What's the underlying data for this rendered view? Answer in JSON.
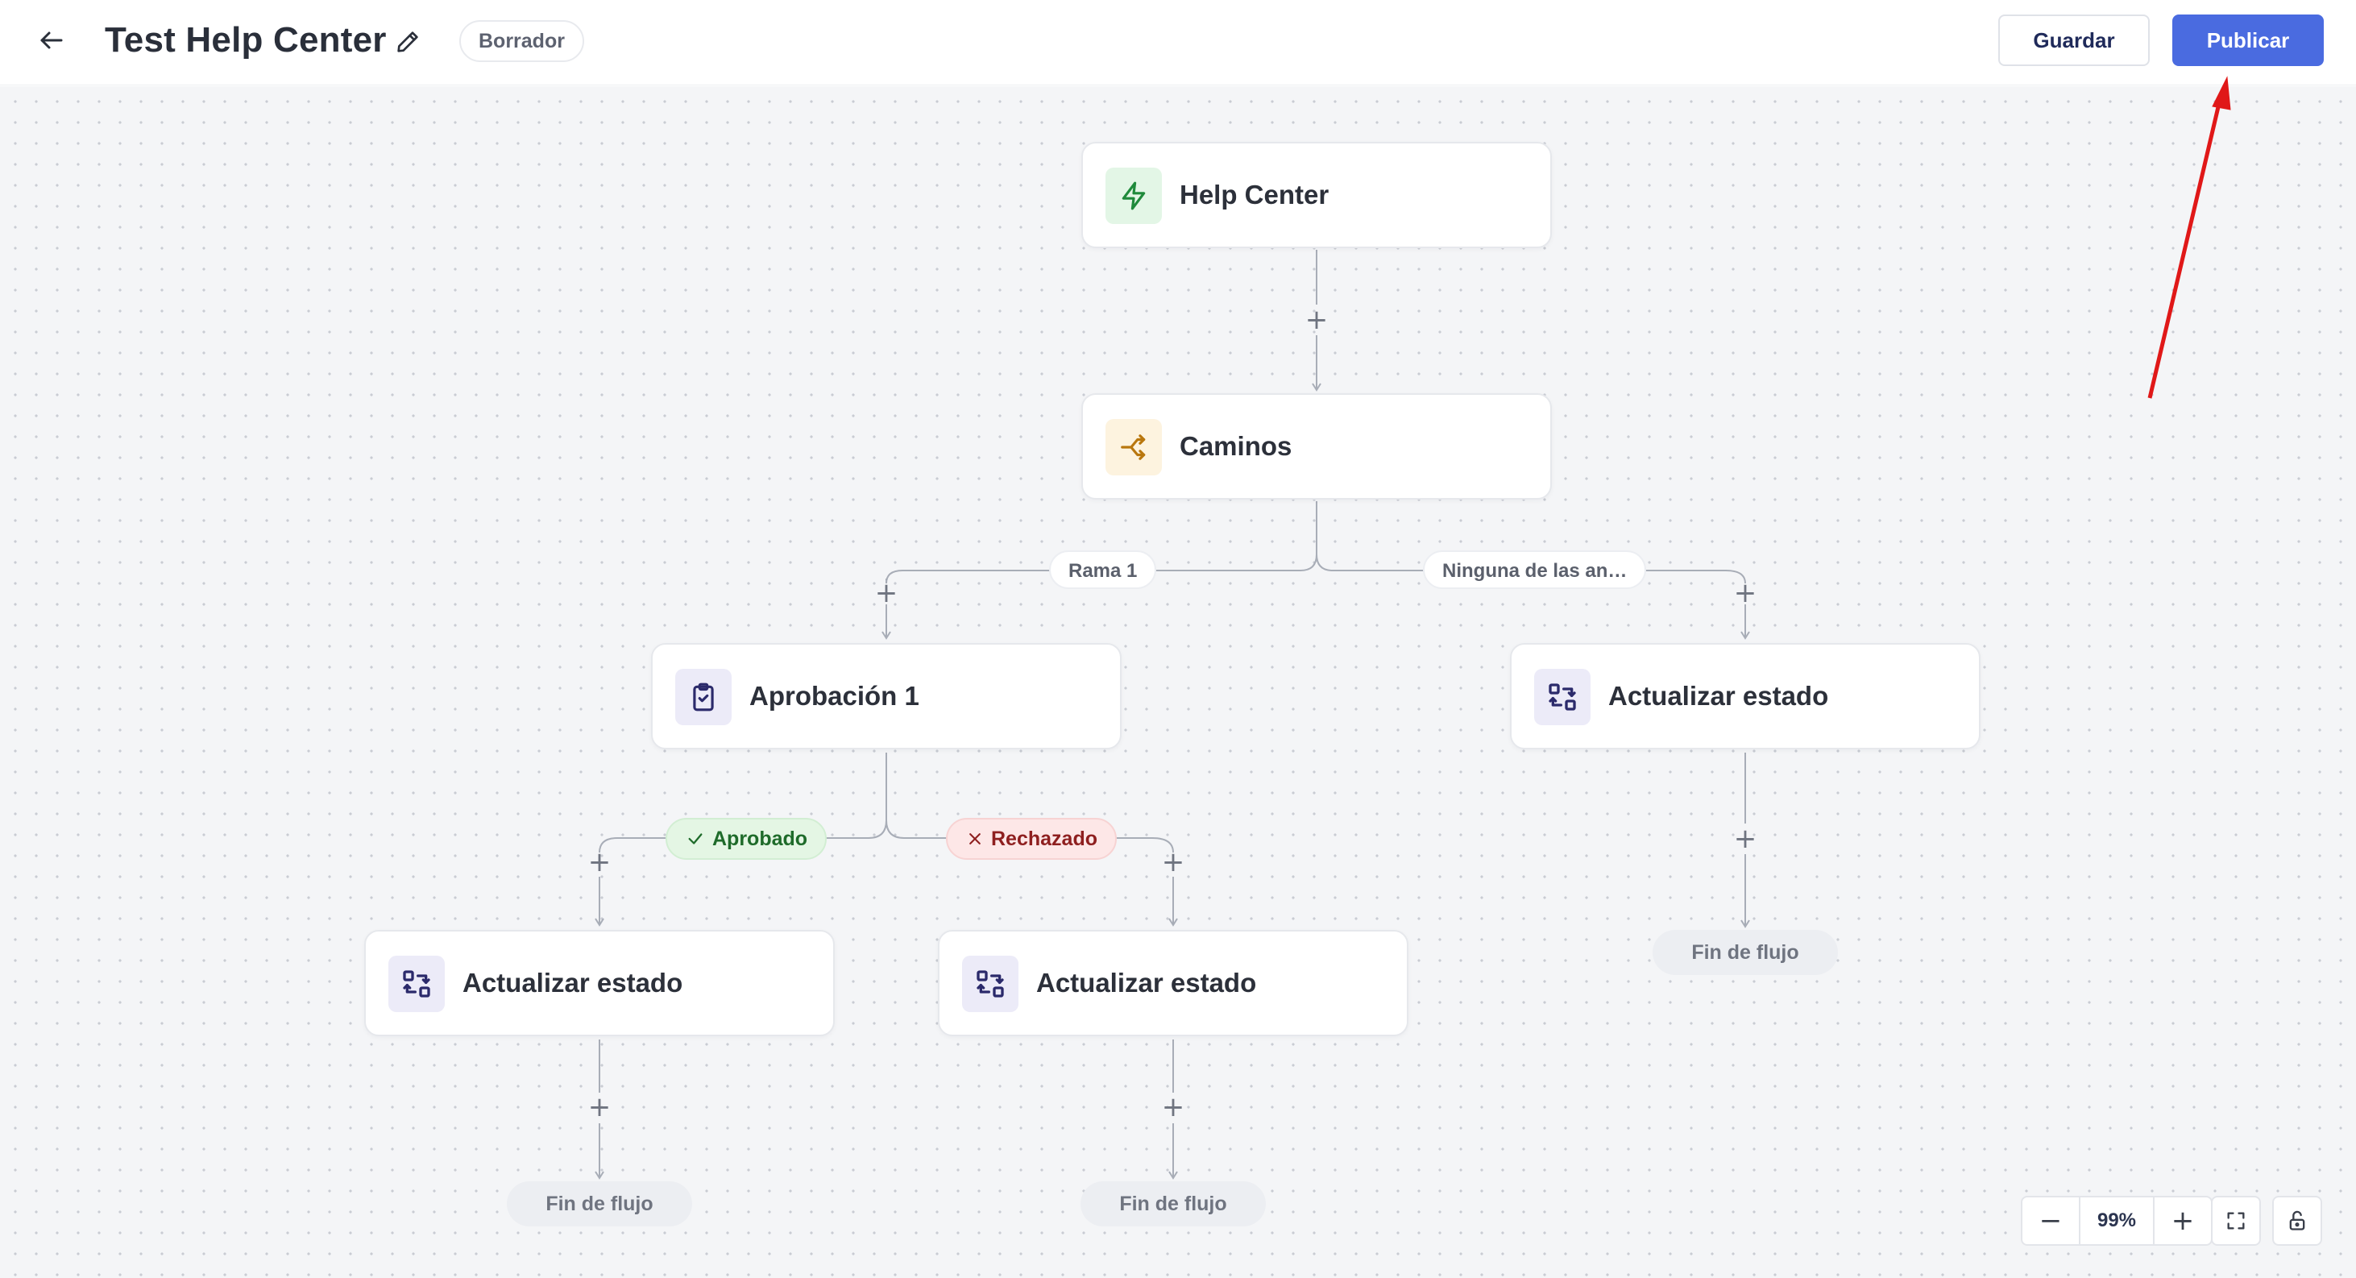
{
  "header": {
    "title": "Test Help Center",
    "status": "Borrador",
    "save_label": "Guardar",
    "publish_label": "Publicar"
  },
  "flow": {
    "trigger": {
      "label": "Help Center",
      "icon": "bolt-icon"
    },
    "paths": {
      "label": "Caminos",
      "icon": "branch-icon"
    },
    "branches": {
      "rama1": "Rama 1",
      "otherwise": "Ninguna de las an…"
    },
    "approval": {
      "label": "Aprobación 1",
      "icon": "clipboard-check-icon"
    },
    "outcomes": {
      "approved": "Aprobado",
      "rejected": "Rechazado"
    },
    "update_status_label": "Actualizar estado",
    "end_label": "Fin de flujo",
    "add_symbol": "+"
  },
  "zoom": {
    "level": "99%",
    "minus": "−",
    "plus": "+"
  },
  "colors": {
    "publish": "#4a6be0",
    "annotation_arrow": "#e01818",
    "approved_bg": "#e4f6e4",
    "rejected_bg": "#fde7e7"
  }
}
